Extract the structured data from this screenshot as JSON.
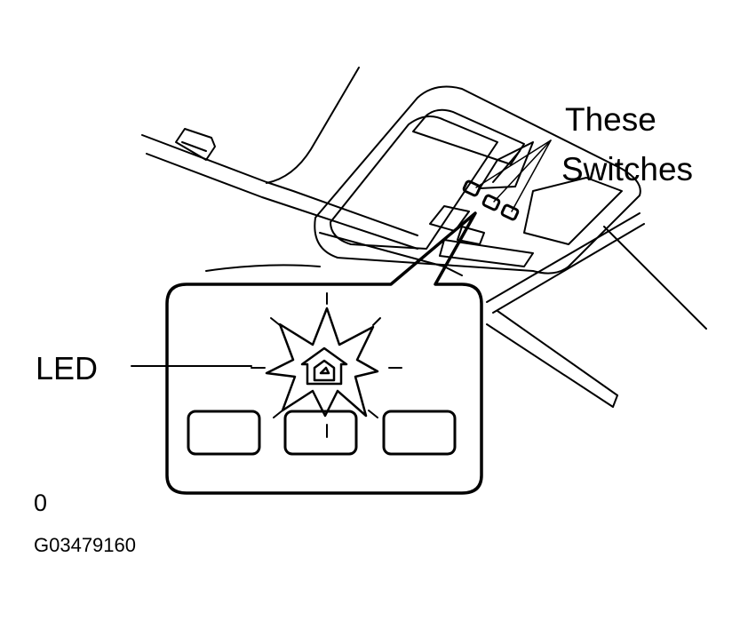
{
  "labels": {
    "callout_line1": "These",
    "callout_line2": "Switches",
    "led": "LED",
    "corner_code": "0",
    "figure_id": "G03479160"
  }
}
